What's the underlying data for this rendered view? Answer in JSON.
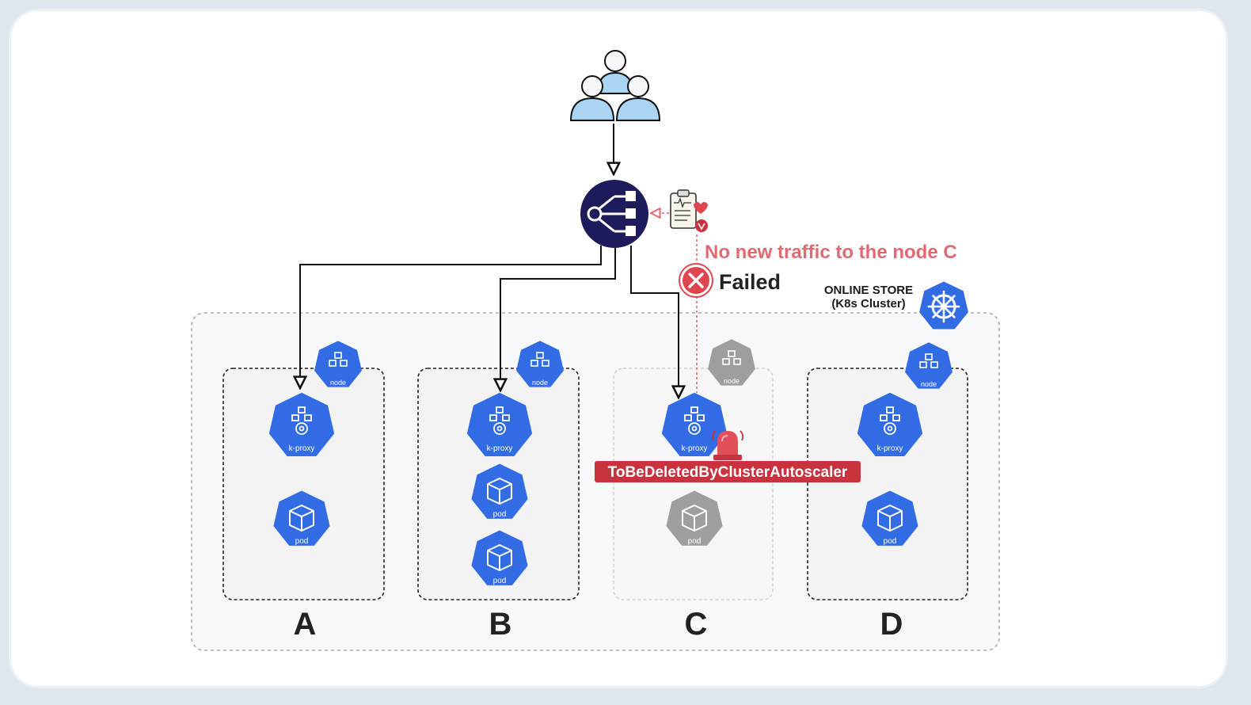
{
  "title": "",
  "labels": {
    "warning": "No new traffic to the node C",
    "failed": "Failed",
    "cluster_line1": "ONLINE STORE",
    "cluster_line2": "(K8s Cluster)",
    "taint": "ToBeDeletedByClusterAutoscaler",
    "node_caption": "node",
    "kproxy_caption": "k-proxy",
    "pod_caption": "pod"
  },
  "nodes": [
    {
      "id": "A",
      "label": "A",
      "pods": 1,
      "state": "active"
    },
    {
      "id": "B",
      "label": "B",
      "pods": 2,
      "state": "active"
    },
    {
      "id": "C",
      "label": "C",
      "pods": 1,
      "state": "draining"
    },
    {
      "id": "D",
      "label": "D",
      "pods": 1,
      "state": "active"
    }
  ],
  "colors": {
    "k8s_blue": "#326ce5",
    "inactive_gray": "#9e9e9e",
    "warning_red": "#e06a72",
    "taint_bg": "#c9333e",
    "failed_red": "#e04650",
    "load_balancer": "#1e1b5c",
    "users_fill": "#a9d4f2"
  },
  "icons": {
    "users": "users-group-icon",
    "load_balancer": "load-balancer-icon",
    "health_check": "health-check-clipboard-icon",
    "failed": "error-x-icon",
    "cluster": "kubernetes-helm-icon",
    "alarm": "alarm-siren-icon"
  }
}
